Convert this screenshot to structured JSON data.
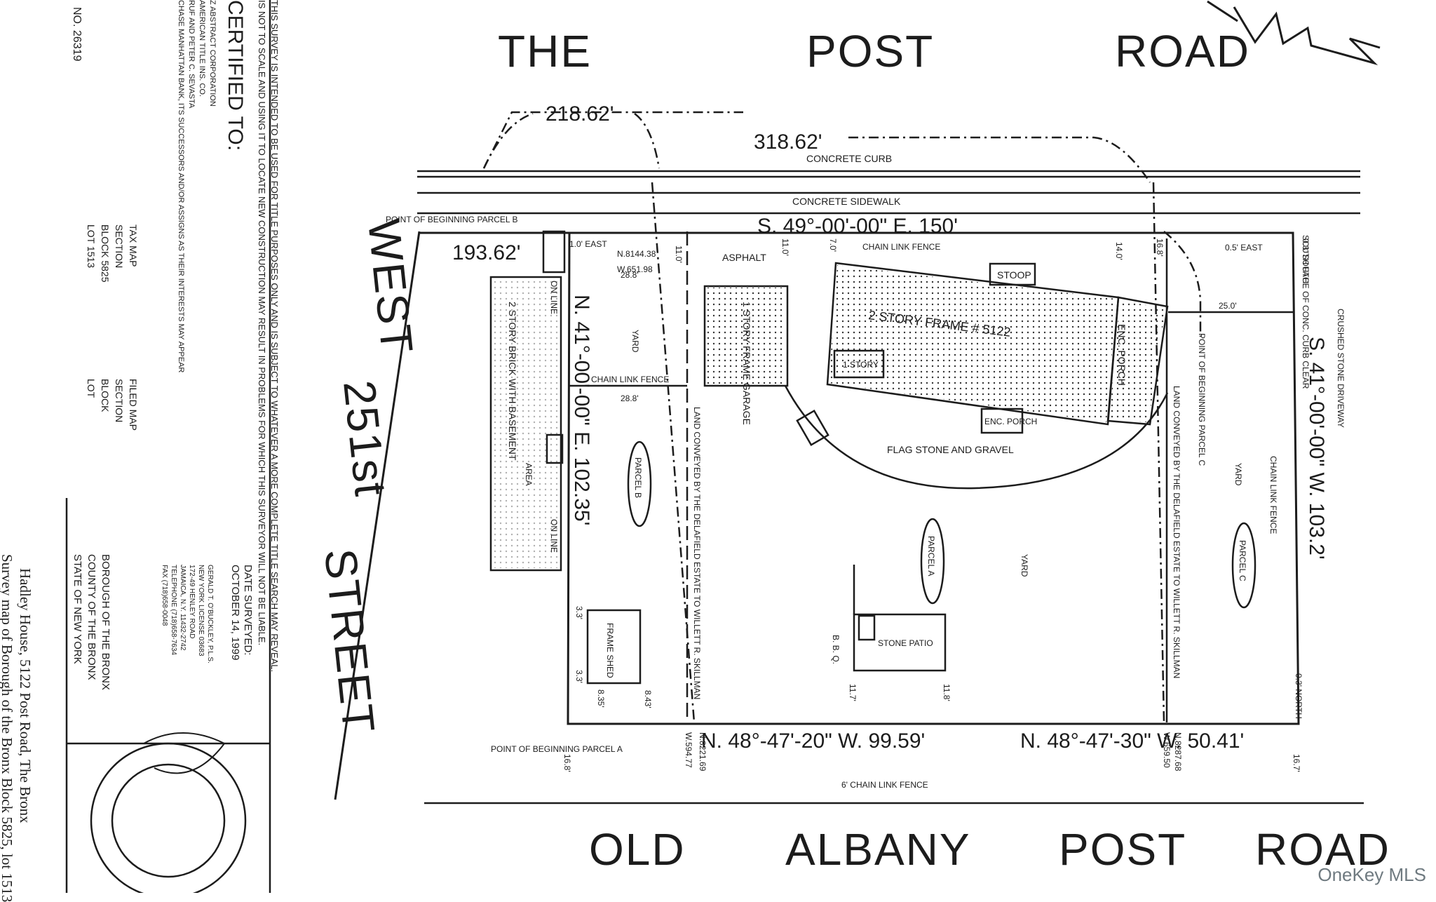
{
  "roads": {
    "top": [
      "THE",
      "POST",
      "ROAD"
    ],
    "bottom": [
      "OLD",
      "ALBANY",
      "POST",
      "ROAD"
    ],
    "side": [
      "WEST",
      "251st",
      "STREET"
    ]
  },
  "dimensions": {
    "d218": "218.62'",
    "d318": "318.62'",
    "d193": "193.62'",
    "north_line": "S. 49°-00'-00\" E. 150'",
    "west_line": "N. 41°-00'-00\" E. 102.35'",
    "east_line": "S. 41°-00'-00\" W. 103.2'",
    "south_line_a": "N. 48°-47'-20\" W. 99.59'",
    "south_line_b": "N. 48°-47'-30\" W. 50.41'"
  },
  "labels": {
    "concrete_curb": "CONCRETE CURB",
    "concrete_sidewalk": "CONCRETE SIDEWALK",
    "pob_b": "POINT OF BEGINNING PARCEL B",
    "pob_a": "POINT OF BEGINNING PARCEL A",
    "pob_c": "POINT OF BEGINNING PARCEL C",
    "east_1": "1.0' EAST",
    "east_05": "0.5' EAST",
    "south_03": "0.3' SOUTH",
    "north_03": "0.3' NORTH",
    "coord_b_n": "N.8144.38",
    "coord_b_w": "W.651.98",
    "coord_a_n": "N.8221.69",
    "coord_a_w": "W.594.77",
    "coord_c_n": "N.8287.68",
    "coord_c_w": "W.659.50",
    "asphalt": "ASPHALT",
    "chain_link_fence": "CHAIN LINK FENCE",
    "chain_link_fence_6": "6' CHAIN LINK FENCE",
    "stoop": "STOOP",
    "house": "2 STORY FRAME # 5122",
    "one_story": "1 STORY",
    "enc_porch": "ENC. PORCH",
    "enc_porch_lower": "ENC. PORCH",
    "garage": "1 STORY FRAME GARAGE",
    "brick": "2 STORY BRICK WITH BASEMENT",
    "on_line": "ON LINE",
    "yard": "YARD",
    "area": "AREA",
    "flag_stone": "FLAG STONE AND GRAVEL",
    "parcel_a": "PARCEL A",
    "parcel_b": "PARCEL B",
    "parcel_c": "PARCEL C",
    "land_conveyed": "LAND CONVEYED BY THE DELAFIELD ESTATE TO WILLETT R. SKILLMAN",
    "frame_shed": "FRAME SHED",
    "stone_patio": "STONE PATIO",
    "bbq": "B. B. Q.",
    "crushed_stone": "CRUSHED STONE DRIVEWAY",
    "south_face": "SOUTH FACE OF CONC. CURB CLEAR",
    "m_288": "28.8'",
    "m_110": "11.0'",
    "m_70": "7.0'",
    "m_140": "14.0'",
    "m_168": "16.8'",
    "m_250": "25.0'",
    "m_33": "3.3'",
    "m_835": "8.35'",
    "m_843": "8.43'",
    "m_117": "11.7'",
    "m_118": "11.8'",
    "m_167": "16.7'"
  },
  "title_block": {
    "note_1": "THIS SURVEY IS INTENDED TO BE USED FOR TITLE PURPOSES ONLY AND IS SUBJECT TO WHATEVER A MORE COMPLETE TITLE SEARCH MAY REVEAL.",
    "note_2": "IS NOT TO SCALE AND USING IT TO LOCATE NEW CONSTRUCTION MAY RESULT IN PROBLEMS FOR WHICH THIS SURVEYOR WILL NOT BE LIABLE.",
    "certified_to": "CERTIFIED TO:",
    "cert_lines": [
      "Z ABSTRACT CORPORATION",
      "AMERICAN TITLE INS. CO.",
      "RUF AND PETER C. SEVASTA",
      "CHASE MANHATTAN BANK, ITS SUCCESSORS AND/OR ASSIGNS AS THEIR INTERESTS MAY APPEAR"
    ],
    "no": "NO. 26319",
    "tax_map": [
      "TAX MAP",
      "SECTION",
      "BLOCK 5825",
      "LOT 1513"
    ],
    "filed_map": [
      "FILED MAP",
      "SECTION",
      "BLOCK",
      "LOT"
    ],
    "date_surveyed_label": "DATE SURVEYED:",
    "date_surveyed": "OCTOBER 14, 1999",
    "surveyor": [
      "GERALD T. O'BUCKLEY, P.L.S.",
      "NEW YORK LICENSE 03683",
      "172-49 HENLEY ROAD",
      "JAMAICA, N.Y. 11432-2742",
      "TELEPHONE (718)658-7634",
      "FAX (718)658-0048"
    ],
    "borough": [
      "BOROUGH OF THE BRONX",
      "COUNTY OF THE BRONX",
      "STATE OF NEW YORK"
    ],
    "caption_1": "Hadley House, 5122 Post Road, The Bronx",
    "caption_2": "Survey map of Borough of the Bronx Block 5825, lot 1513"
  },
  "watermark": "OneKey MLS"
}
